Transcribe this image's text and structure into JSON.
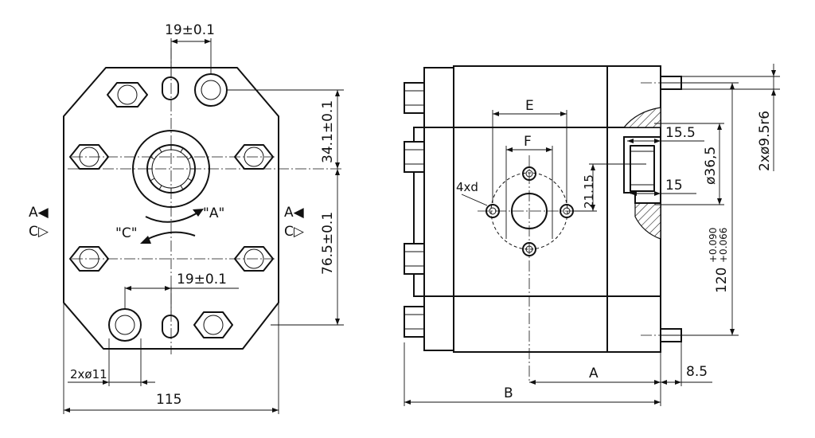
{
  "front_view": {
    "dim_top_spacing": "19±0.1",
    "dim_bottom_spacing": "19±0.1",
    "dim_upper_height": "34.1±0.1",
    "dim_lower_height": "76.5±0.1",
    "dim_width": "115",
    "dim_holes": "2xø11",
    "rotation_a": "\"A\"",
    "rotation_c": "\"C\"",
    "port_left_a": "A◀",
    "port_left_c": "C▷",
    "port_right_a": "A◀",
    "port_right_c": "C▷"
  },
  "side_view": {
    "dim_e": "E",
    "dim_f": "F",
    "dim_holes": "4xd",
    "dim_hole_offset": "21.15",
    "dim_thread_depth": "15.5",
    "dim_thread_len": "15",
    "dim_pilot_dia": "ø36,5",
    "dim_studs": "2xø9.5r6",
    "dim_height_base": "120",
    "dim_height_tol_upper": "+0.090",
    "dim_height_tol_lower": "+0.066",
    "dim_a": "A",
    "dim_b": "B",
    "dim_flange_offset": "8.5"
  }
}
